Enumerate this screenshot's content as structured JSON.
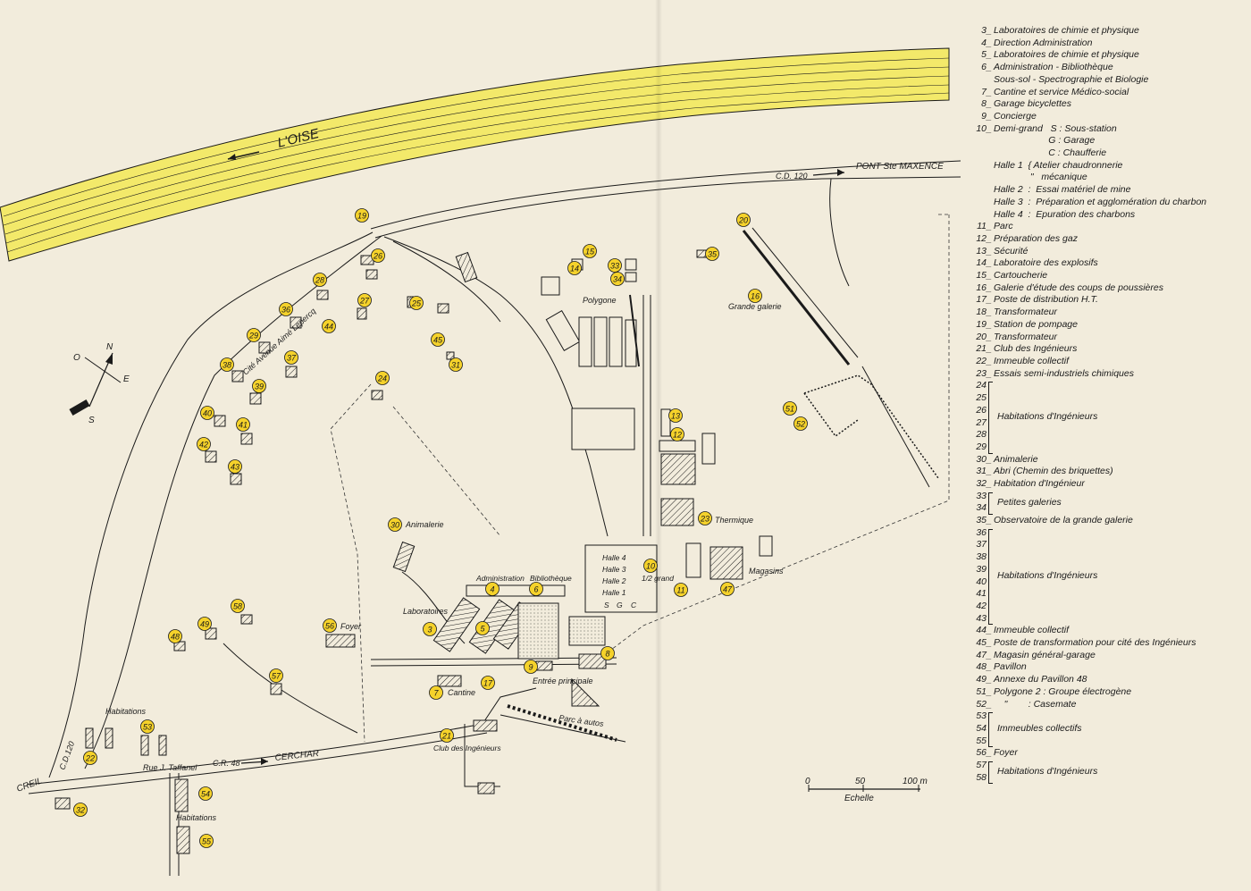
{
  "map": {
    "river_label": "L'OISE",
    "labels": {
      "cd120": "C.D. 120",
      "pont": "PONT Ste MAXENCE",
      "creil": "CREIL",
      "cd120_left": "C.D.120",
      "cerchar": "CERCHAR",
      "rue": "Rue J. Taffanel",
      "cr48": "C.R. 48",
      "cite": "Cité Avenue Aimé Lepercq",
      "habitations_top": "Habitations",
      "habitations_bottom": "Habitations",
      "polygone": "Polygone",
      "grande_galerie": "Grande galerie",
      "thermique": "Thermique",
      "magasins": "Magasins",
      "animalerie": "Animalerie",
      "administration": "Administration",
      "bibliotheque": "Bibliothèque",
      "laboratoires": "Laboratoires",
      "foyer": "Foyer",
      "cantine": "Cantine",
      "entree": "Entrée principale",
      "parc_autos": "Parc à autos",
      "club": "Club des Ingénieurs",
      "halle4": "Halle 4",
      "halle3": "Halle 3",
      "halle2": "Halle 2",
      "halle1": "Halle 1",
      "demigrand": "1/2 grand",
      "s": "S",
      "g": "G",
      "c": "C"
    },
    "scale": {
      "ticks": [
        "0",
        "50",
        "100 m"
      ],
      "label": "Echelle"
    },
    "compass": {
      "n": "N",
      "e": "E",
      "o": "O",
      "s": "S"
    },
    "markers": [
      "3",
      "4",
      "5",
      "6",
      "7",
      "8",
      "9",
      "10",
      "11",
      "12",
      "13",
      "14",
      "15",
      "16",
      "17",
      "19",
      "20",
      "21",
      "22",
      "23",
      "24",
      "25",
      "26",
      "27",
      "28",
      "29",
      "30",
      "31",
      "32",
      "33",
      "34",
      "35",
      "36",
      "37",
      "38",
      "39",
      "40",
      "41",
      "42",
      "43",
      "44",
      "45",
      "47",
      "48",
      "49",
      "51",
      "52",
      "53",
      "54",
      "55",
      "56",
      "57",
      "58"
    ],
    "colors": {
      "river": "#f3e96a",
      "marker": "#f5d22b",
      "paper": "#f2ecdc",
      "ink": "#1a1a1a"
    }
  },
  "legend": {
    "items": [
      {
        "n": "3",
        "t": "Laboratoires de chimie et physique"
      },
      {
        "n": "4",
        "t": "Direction Administration"
      },
      {
        "n": "5",
        "t": "Laboratoires de chimie et physique"
      },
      {
        "n": "6",
        "t": "Administration - Bibliothèque"
      },
      {
        "n": "",
        "t": "Sous-sol - Spectrographie et Biologie"
      },
      {
        "n": "7",
        "t": "Cantine et service Médico-social"
      },
      {
        "n": "8",
        "t": "Garage bicyclettes"
      },
      {
        "n": "9",
        "t": "Concierge"
      },
      {
        "n": "10",
        "t": "Demi-grand   S : Sous-station"
      },
      {
        "n": "",
        "t": "                     G : Garage"
      },
      {
        "n": "",
        "t": "                     C : Chaufferie"
      },
      {
        "n": "",
        "t": "Halle 1  { Atelier chaudronnerie"
      },
      {
        "n": "",
        "t": "              \"   mécanique"
      },
      {
        "n": "",
        "t": "Halle 2  :  Essai matériel de mine"
      },
      {
        "n": "",
        "t": "Halle 3  :  Préparation et agglomération du charbon"
      },
      {
        "n": "",
        "t": "Halle 4  :  Epuration des charbons"
      },
      {
        "n": "11",
        "t": "Parc"
      },
      {
        "n": "12",
        "t": "Préparation des gaz"
      },
      {
        "n": "13",
        "t": "Sécurité"
      },
      {
        "n": "14",
        "t": "Laboratoire des explosifs"
      },
      {
        "n": "15",
        "t": "Cartoucherie"
      },
      {
        "n": "16",
        "t": "Galerie d'étude des coups de poussières"
      },
      {
        "n": "17",
        "t": "Poste de distribution H.T."
      },
      {
        "n": "18",
        "t": "Transformateur"
      },
      {
        "n": "19",
        "t": "Station de pompage"
      },
      {
        "n": "20",
        "t": "Transformateur"
      },
      {
        "n": "21",
        "t": "Club des Ingénieurs"
      },
      {
        "n": "22",
        "t": "Immeuble collectif"
      },
      {
        "n": "23",
        "t": "Essais semi-industriels chimiques"
      }
    ],
    "group1": {
      "nums": [
        "24",
        "25",
        "26",
        "27",
        "28",
        "29"
      ],
      "t": "Habitations d'Ingénieurs"
    },
    "items2": [
      {
        "n": "30",
        "t": "Animalerie"
      },
      {
        "n": "31",
        "t": "Abri (Chemin des briquettes)"
      },
      {
        "n": "32",
        "t": "Habitation d'Ingénieur"
      }
    ],
    "group2": {
      "nums": [
        "33",
        "34"
      ],
      "t": "Petites galeries"
    },
    "items3": [
      {
        "n": "35",
        "t": "Observatoire de la grande galerie"
      }
    ],
    "group3": {
      "nums": [
        "36",
        "37",
        "38",
        "39",
        "40",
        "41",
        "42",
        "43"
      ],
      "t": "Habitations d'Ingénieurs"
    },
    "items4": [
      {
        "n": "44",
        "t": "Immeuble collectif"
      },
      {
        "n": "45",
        "t": "Poste de transformation pour cité des Ingénieurs"
      },
      {
        "n": "47",
        "t": "Magasin général-garage"
      },
      {
        "n": "48",
        "t": "Pavillon"
      },
      {
        "n": "49",
        "t": "Annexe du Pavillon 48"
      },
      {
        "n": "51",
        "t": "Polygone 2 : Groupe électrogène"
      },
      {
        "n": "52",
        "t": "    \"        : Casemate"
      }
    ],
    "group4": {
      "nums": [
        "53",
        "54",
        "55"
      ],
      "t": "Immeubles collectifs"
    },
    "items5": [
      {
        "n": "56",
        "t": "Foyer"
      }
    ],
    "group5": {
      "nums": [
        "57",
        "58"
      ],
      "t": "Habitations d'Ingénieurs"
    }
  }
}
